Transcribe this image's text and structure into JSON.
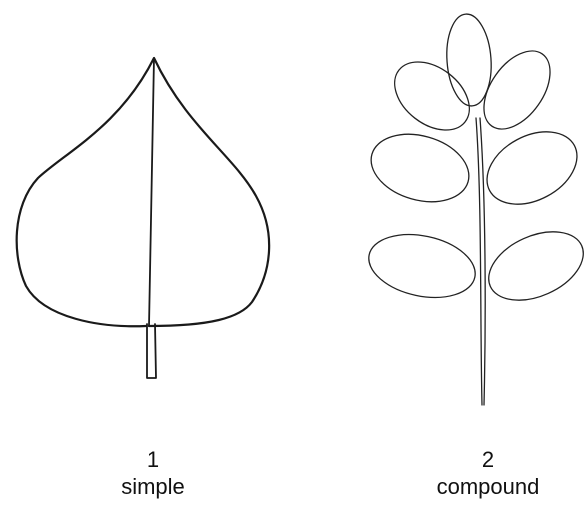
{
  "figure": {
    "items": [
      {
        "number": "1",
        "label": "simple"
      },
      {
        "number": "2",
        "label": "compound"
      }
    ],
    "colors": {
      "line": "#1a1a1a",
      "background": "#ffffff"
    }
  }
}
